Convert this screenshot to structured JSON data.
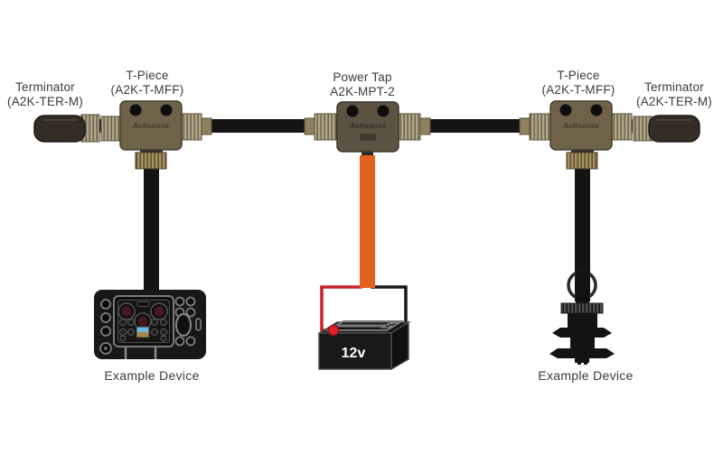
{
  "diagram": {
    "components": {
      "terminator_left": {
        "name": "Terminator",
        "part": "(A2K-TER-M)"
      },
      "tpiece_left": {
        "name": "T-Piece",
        "part": "(A2K-T-MFF)"
      },
      "power_tap": {
        "name": "Power Tap",
        "part": "A2K-MPT-2"
      },
      "tpiece_right": {
        "name": "T-Piece",
        "part": "(A2K-T-MFF)"
      },
      "terminator_right": {
        "name": "Terminator",
        "part": "(A2K-TER-M)"
      },
      "device_left": {
        "caption": "Example Device"
      },
      "device_right": {
        "caption": "Example Device"
      },
      "battery": {
        "label": "12v"
      },
      "brand": "Actisense"
    },
    "colors": {
      "background": "#ffffff",
      "backbone_cable": "#141414",
      "power_cable_orange": "#e2611c",
      "positive_wire_red": "#c8202c",
      "terminal_red": "#e31e24",
      "tpiece_body": "#6f6249",
      "powertap_body": "#5d5342",
      "connector_metal": "#b3a78a",
      "label_text": "#3b3b3b"
    }
  }
}
